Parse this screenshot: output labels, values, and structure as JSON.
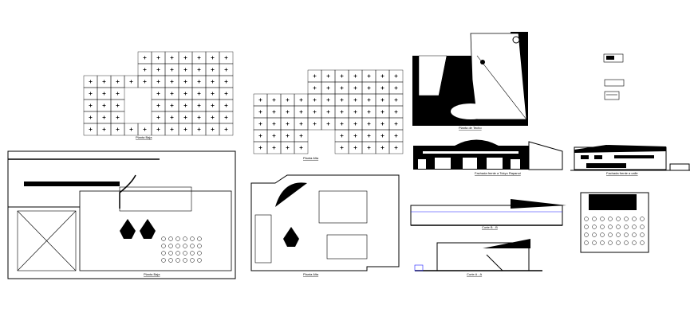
{
  "drawings": {
    "ground_floor_structure": {
      "label": "Planta Baja"
    },
    "upper_floor_structure": {
      "label": "Planta Alta"
    },
    "roof_plan": {
      "label": "Planta de Techo"
    },
    "front_elevation": {
      "label": "Fachada frente a Tokyo Rapanui"
    },
    "side_elevation": {
      "label": "Fachada frente a calle"
    },
    "site_ground_floor": {
      "label": "Planta Baja"
    },
    "upper_floor_plan": {
      "label": "Planta Alta"
    },
    "section_b": {
      "label": "Corte B - B"
    },
    "section_a": {
      "label": "Corte A - A"
    }
  },
  "colors": {
    "line": "#000000",
    "dimension": "#1a1aff",
    "background": "#ffffff"
  }
}
